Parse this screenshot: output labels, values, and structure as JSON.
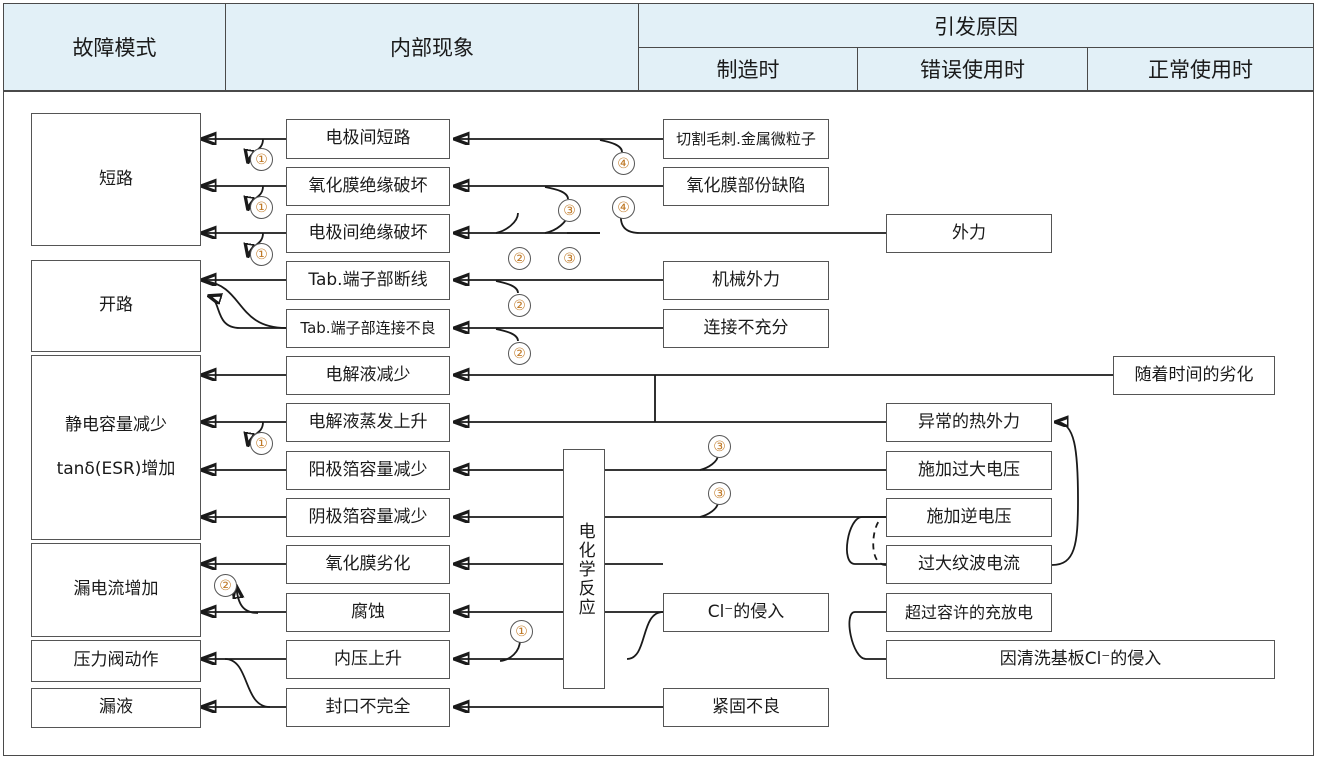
{
  "header": {
    "col_failure_mode": "故障模式",
    "col_internal_phenomenon": "内部现象",
    "col_causes_group": "引发原因",
    "col_cause_manufacturing": "制造时",
    "col_cause_misuse": "错误使用时",
    "col_cause_normal": "正常使用时"
  },
  "failure_modes": [
    {
      "label": "短路"
    },
    {
      "label": "开路"
    },
    {
      "label": "静电容量减少",
      "label2": "tanδ(ESR)增加"
    },
    {
      "label": "漏电流增加"
    },
    {
      "label": "压力阀动作"
    },
    {
      "label": "漏液"
    }
  ],
  "internal_phenomena": [
    {
      "label": "电极间短路"
    },
    {
      "label": "氧化膜绝缘破坏"
    },
    {
      "label": "电极间绝缘破坏"
    },
    {
      "label": "Tab.端子部断线"
    },
    {
      "label": "Tab.端子部连接不良"
    },
    {
      "label": "电解液减少"
    },
    {
      "label": "电解液蒸发上升"
    },
    {
      "label": "阳极箔容量减少"
    },
    {
      "label": "阴极箔容量减少"
    },
    {
      "label": "氧化膜劣化"
    },
    {
      "label": "腐蚀"
    },
    {
      "label": "内压上升"
    },
    {
      "label": "封口不完全"
    }
  ],
  "causes_manufacturing": [
    {
      "label": "切割毛刺.金属微粒子"
    },
    {
      "label": "氧化膜部份缺陷"
    },
    {
      "label": "机械外力"
    },
    {
      "label": "连接不充分"
    },
    {
      "label": "Cl⁻的侵入"
    },
    {
      "label": "紧固不良"
    }
  ],
  "causes_misuse": [
    {
      "label": "外力"
    },
    {
      "label": "异常的热外力"
    },
    {
      "label": "施加过大电压"
    },
    {
      "label": "施加逆电压"
    },
    {
      "label": "过大纹波电流"
    },
    {
      "label": "超过容许的充放电"
    },
    {
      "label": "因清洗基板Cl⁻的侵入"
    }
  ],
  "causes_normal": [
    {
      "label": "随着时间的劣化"
    }
  ],
  "reaction_node": {
    "label": "电化学反应"
  },
  "markers": [
    {
      "id": "m1a",
      "symbol": "①"
    },
    {
      "id": "m1b",
      "symbol": "①"
    },
    {
      "id": "m1c",
      "symbol": "①"
    },
    {
      "id": "m2a",
      "symbol": "②"
    },
    {
      "id": "m3a",
      "symbol": "③"
    },
    {
      "id": "m3b",
      "symbol": "③"
    },
    {
      "id": "m4a",
      "symbol": "④"
    },
    {
      "id": "m4b",
      "symbol": "④"
    },
    {
      "id": "m2b",
      "symbol": "②"
    },
    {
      "id": "m2c",
      "symbol": "②"
    },
    {
      "id": "m1d",
      "symbol": "①"
    },
    {
      "id": "m3c",
      "symbol": "③"
    },
    {
      "id": "m3d",
      "symbol": "③"
    },
    {
      "id": "m2d",
      "symbol": "②"
    },
    {
      "id": "m1e",
      "symbol": "①"
    }
  ],
  "colors": {
    "header_fill": "#e2f0f7",
    "border": "#4a4a4a",
    "box_border": "#555555",
    "marker_text": "#c07a28",
    "text": "#1a1a1a"
  }
}
